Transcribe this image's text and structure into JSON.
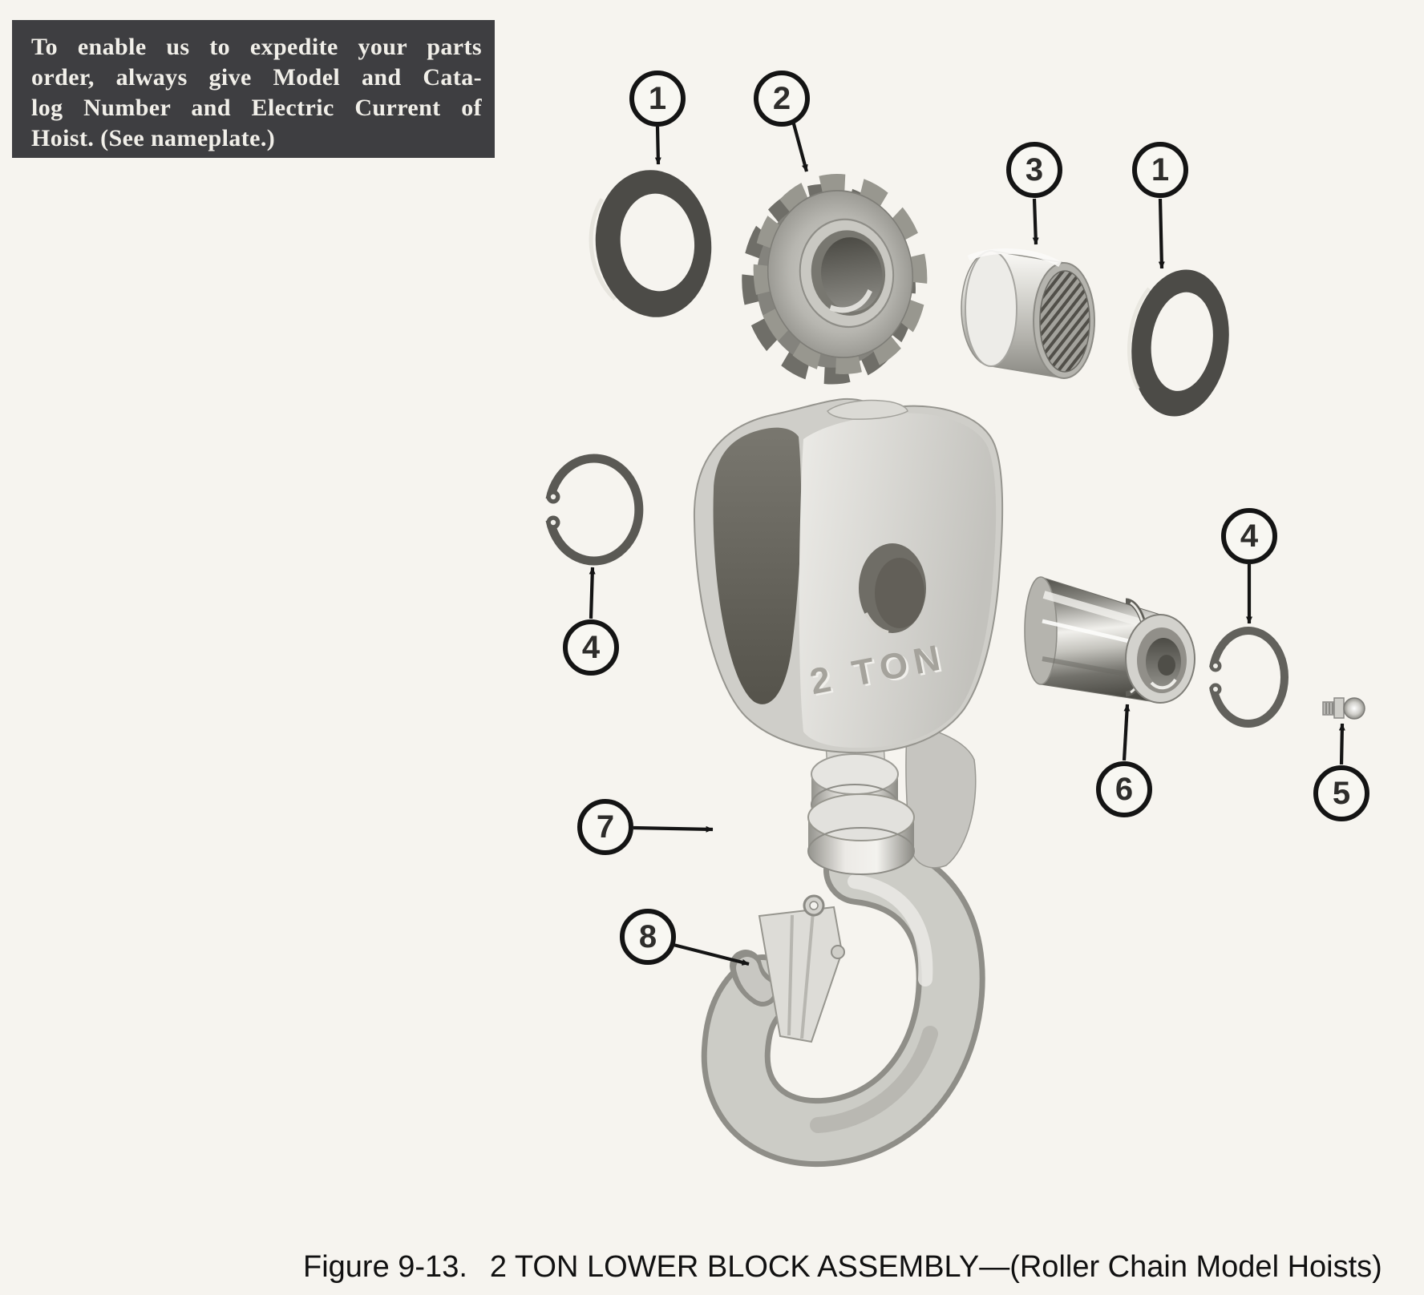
{
  "colors": {
    "paper": "#f6f4ef",
    "ink": "#141414",
    "notice_background": "#3e3e41",
    "notice_text": "#f1efe9",
    "dark_part": "#4c4b47",
    "light_part": "#d2d1cc"
  },
  "notice": {
    "lines": [
      "To enable us to expedite your parts",
      "order, always give Model and Cata-",
      "log Number and Electric Current of",
      "Hoist. (See nameplate.)"
    ]
  },
  "caption": {
    "figure_label": "Figure 9-13.",
    "title": "2 TON LOWER BLOCK ASSEMBLY—(Roller Chain Model Hoists)"
  },
  "diagram": {
    "stamp_text": "2 TON",
    "callouts": [
      {
        "label": "1"
      },
      {
        "label": "2"
      },
      {
        "label": "3"
      },
      {
        "label": "1"
      },
      {
        "label": "4"
      },
      {
        "label": "4"
      },
      {
        "label": "5"
      },
      {
        "label": "6"
      },
      {
        "label": "7"
      },
      {
        "label": "8"
      }
    ]
  }
}
